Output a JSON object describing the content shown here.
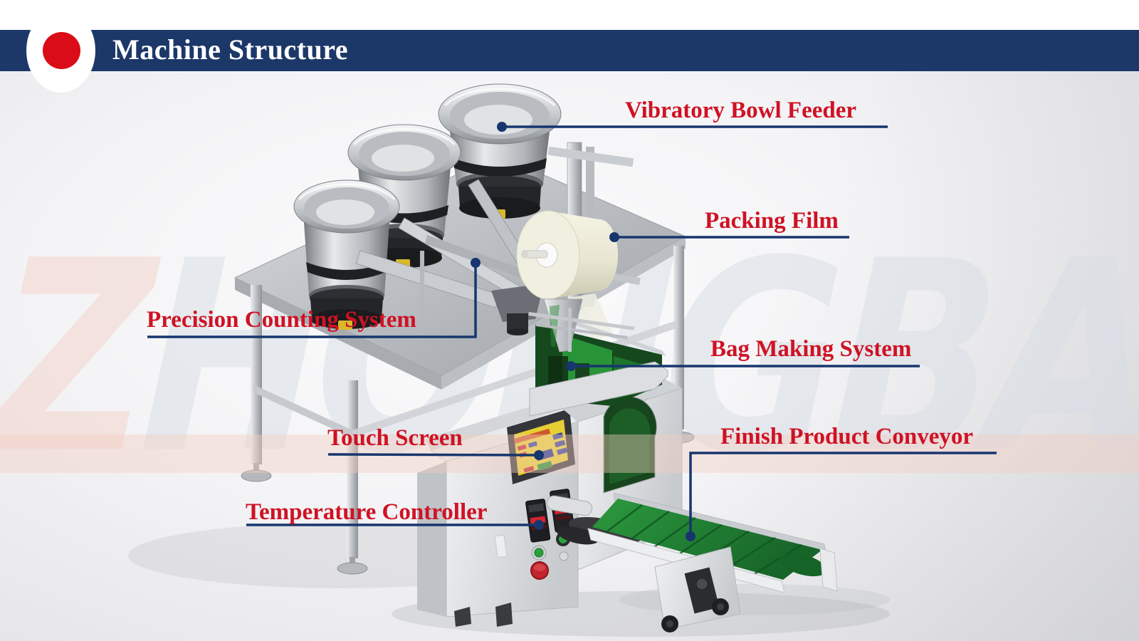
{
  "header": {
    "title": "Machine Structure"
  },
  "watermark": {
    "first_letter": "Z",
    "rest": "HONGBAI"
  },
  "callouts": [
    {
      "id": "vibratory-bowl-feeder",
      "label": "Vibratory Bowl Feeder"
    },
    {
      "id": "packing-film",
      "label": "Packing Film"
    },
    {
      "id": "precision-counting-system",
      "label": "Precision Counting System"
    },
    {
      "id": "bag-making-system",
      "label": "Bag Making System"
    },
    {
      "id": "touch-screen",
      "label": "Touch Screen"
    },
    {
      "id": "finish-product-conveyor",
      "label": "Finish Product Conveyor"
    },
    {
      "id": "temperature-controller",
      "label": "Temperature Controller"
    }
  ],
  "colors": {
    "header_bar": "#1c3869",
    "accent_red": "#d90c17",
    "label_red": "#cf1224",
    "line_navy": "#17366e",
    "wm_pink": "#f3d3c9",
    "wm_gray": "#d8dee5",
    "band_pink": "rgba(243,205,193,0.42)"
  }
}
